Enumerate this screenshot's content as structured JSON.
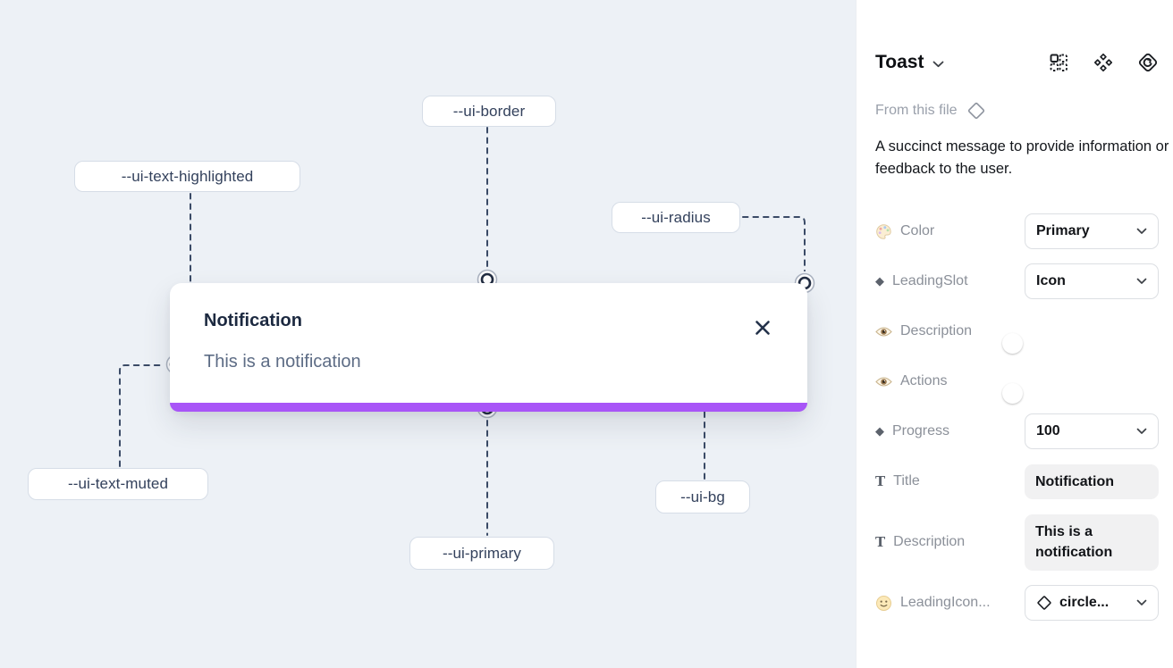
{
  "canvas": {
    "toast": {
      "title": "Notification",
      "description": "This is a notification",
      "close_icon": "x-icon"
    },
    "token_labels": [
      "--ui-text-highlighted",
      "--ui-border",
      "--ui-radius",
      "--ui-text-muted",
      "--ui-primary",
      "--ui-bg"
    ],
    "colors": {
      "primary_bar": "#a855f7",
      "canvas_bg": "#edf1f6"
    }
  },
  "panel": {
    "component_name": "Toast",
    "source_label": "From this file",
    "description": "A succinct message to provide information or feedback to the user.",
    "header_icons": [
      "instance-grid-icon",
      "component-diamonds-icon",
      "library-swap-icon"
    ],
    "properties": {
      "color": {
        "label": "Color",
        "icon": "palette-icon",
        "value": "Primary"
      },
      "leading_slot": {
        "label": "LeadingSlot",
        "icon": "diamond-icon",
        "value": "Icon"
      },
      "description_toggle": {
        "label": "Description",
        "icon": "eye-icon",
        "state": "on"
      },
      "actions_toggle": {
        "label": "Actions",
        "icon": "eye-icon",
        "state": "on"
      },
      "progress": {
        "label": "Progress",
        "icon": "diamond-icon",
        "value": "100"
      },
      "title_field": {
        "label": "Title",
        "icon": "text-icon",
        "value": "Notification"
      },
      "description_field": {
        "label": "Description",
        "icon": "text-icon",
        "value": "This is a notification"
      },
      "leading_icon": {
        "label": "LeadingIcon...",
        "icon": "smiley-icon",
        "value": "circle..."
      }
    },
    "colors": {
      "toggle_on": "#18a0fb"
    }
  }
}
